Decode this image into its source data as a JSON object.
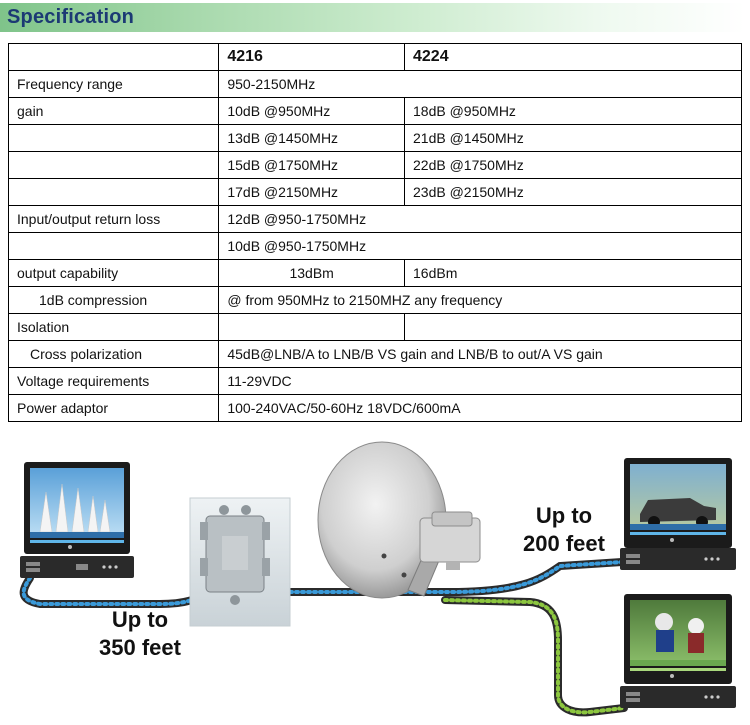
{
  "header": {
    "title": "Specification"
  },
  "table": {
    "columns": [
      "",
      "4216",
      "4224"
    ],
    "rows": [
      {
        "label": "Frequency range",
        "span": "950-2150MHz"
      },
      {
        "label": "gain",
        "a": "10dB @950MHz",
        "b": "18dB @950MHz"
      },
      {
        "label": "",
        "a": "13dB @1450MHz",
        "b": "21dB @1450MHz"
      },
      {
        "label": "",
        "a": "15dB @1750MHz",
        "b": "22dB @1750MHz"
      },
      {
        "label": "",
        "a": "17dB @2150MHz",
        "b": "23dB @2150MHz"
      },
      {
        "label": "Input/output return loss",
        "span": "12dB @950-1750MHz"
      },
      {
        "label": "",
        "span": "10dB @950-1750MHz"
      },
      {
        "label": "output capability",
        "a": "13dBm",
        "b": "16dBm"
      },
      {
        "label": "1dB compression",
        "span": "@ from 950MHz to 2150MHZ any frequency"
      },
      {
        "label": "Isolation",
        "a": "",
        "b": ""
      },
      {
        "label": "Cross polarization",
        "span": "45dB@LNB/A to LNB/B VS gain and LNB/B to out/A VS gain"
      },
      {
        "label": "Voltage requirements",
        "span": "11-29VDC"
      },
      {
        "label": "Power adaptor",
        "span": "100-240VAC/50-60Hz 18VDC/600mA"
      }
    ]
  },
  "diagram": {
    "left_label": {
      "line1": "Up to",
      "line2": "350 feet"
    },
    "right_label": {
      "line1": "Up to",
      "line2": "200 feet"
    },
    "colors": {
      "cable_blue": "#3a9ad9",
      "cable_green": "#8cc63f",
      "cable_dark": "#2b2b2b"
    }
  }
}
